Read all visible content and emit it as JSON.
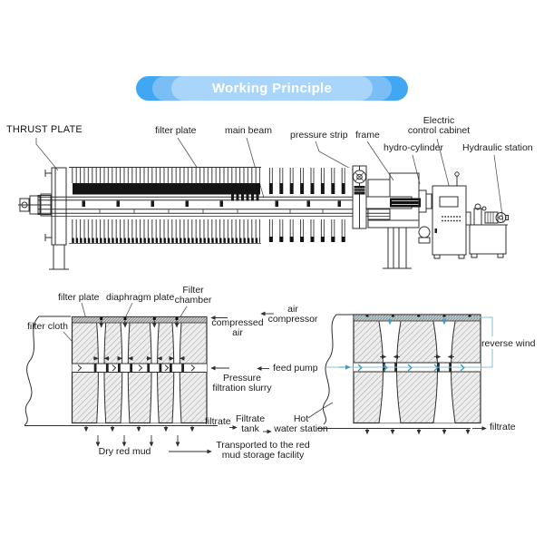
{
  "banner": {
    "title": "Working Principle"
  },
  "machine": {
    "labels": {
      "thrust_plate": "THRUST PLATE",
      "filter_plate": "filter plate",
      "main_beam": "main beam",
      "pressure_strip": "pressure strip",
      "frame": "frame",
      "electric_control_cabinet": "Electric\ncontrol cabinet",
      "hydro_cylinder": "hydro-cylinder",
      "hydraulic_station": "Hydraulic station"
    }
  },
  "left_diagram": {
    "labels": {
      "filter_plate": "filter plate",
      "diaphragm_plate": "diaphragm plate",
      "filter_chamber": "Filter\nchamber",
      "filter_cloth": "filter cloth",
      "compressed_air": "compressed\nair",
      "air_compressor": "air\ncompressor",
      "feed_pump": "feed pump",
      "pressure_filtration_slurry": "Pressure\nfiltration slurry",
      "filtrate": "filtrate",
      "filtrate_tank": "Filtrate\ntank",
      "hot_water_station": "Hot\nwater station",
      "dry_red_mud": "Dry red mud",
      "transported": "Transported to the red\nmud storage facility"
    }
  },
  "right_diagram": {
    "labels": {
      "reverse_wind": "reverse wind",
      "filtrate": "filtrate"
    }
  },
  "colors": {
    "banner_outer": "#41a7f3",
    "banner_mid": "#7bbef6",
    "banner_inner": "#a9d5fa",
    "banner_text": "#ffffff",
    "line_dark": "#2f2f2f",
    "accent_blue": "#3f9cbf",
    "accent_blue_light": "#8fc3d4"
  }
}
